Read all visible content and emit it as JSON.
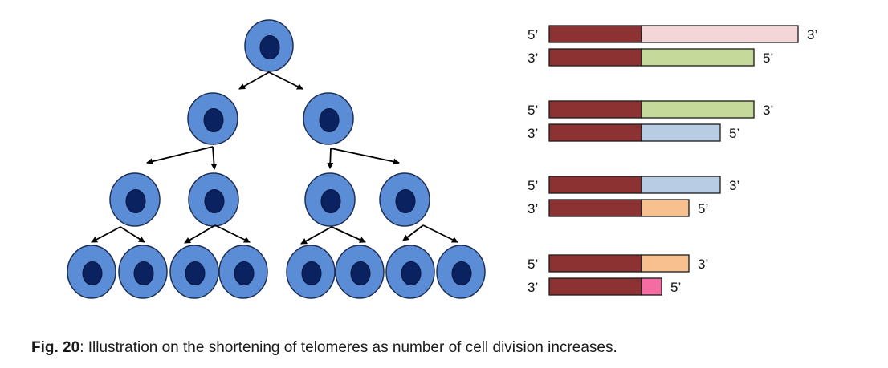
{
  "colors": {
    "cell_fill": "#5b8dd6",
    "cell_stroke": "#1f2f55",
    "nucleus": "#0a2260",
    "strand_core": "#8c3232",
    "arrow": "#000000"
  },
  "tree": {
    "levels": [
      1,
      2,
      4,
      8
    ]
  },
  "strand_pairs": [
    {
      "top": {
        "left_label": "5’",
        "right_label": "3’",
        "telomere_color": "#f5d6d8",
        "telomere_length": 1.0
      },
      "bottom": {
        "left_label": "3’",
        "right_label": "5’",
        "telomere_color": "#c5d99a",
        "telomere_length": 0.72
      }
    },
    {
      "top": {
        "left_label": "5’",
        "right_label": "3’",
        "telomere_color": "#c5d99a",
        "telomere_length": 0.72
      },
      "bottom": {
        "left_label": "3’",
        "right_label": "5’",
        "telomere_color": "#b8cce4",
        "telomere_length": 0.5
      }
    },
    {
      "top": {
        "left_label": "5’",
        "right_label": "3’",
        "telomere_color": "#b8cce4",
        "telomere_length": 0.5
      },
      "bottom": {
        "left_label": "3’",
        "right_label": "5’",
        "telomere_color": "#f9c08f",
        "telomere_length": 0.3
      }
    },
    {
      "top": {
        "left_label": "5’",
        "right_label": "3’",
        "telomere_color": "#f9c08f",
        "telomere_length": 0.3
      },
      "bottom": {
        "left_label": "3’",
        "right_label": "5’",
        "telomere_color": "#f46ca2",
        "telomere_length": 0.13
      }
    }
  ],
  "caption": {
    "label": "Fig. 20",
    "text": ": Illustration on the shortening of telomeres as number of cell division increases."
  }
}
